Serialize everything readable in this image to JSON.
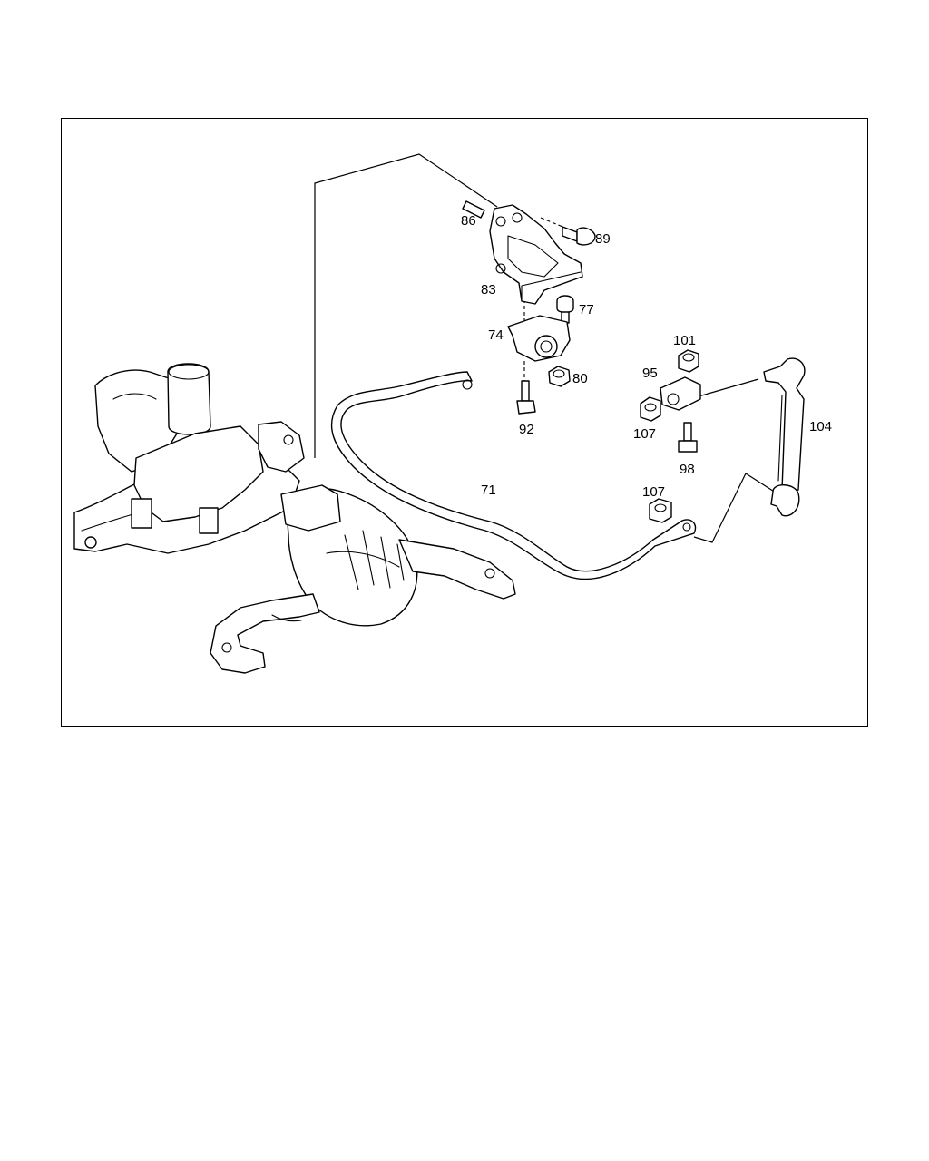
{
  "callouts": {
    "p86": "86",
    "p89": "89",
    "p83": "83",
    "p77": "77",
    "p74": "74",
    "p80": "80",
    "p92": "92",
    "p101": "101",
    "p95": "95",
    "p107a": "107",
    "p98": "98",
    "p104": "104",
    "p71": "71",
    "p107b": "107"
  },
  "colors": {
    "line": "#000000",
    "background": "#ffffff"
  }
}
